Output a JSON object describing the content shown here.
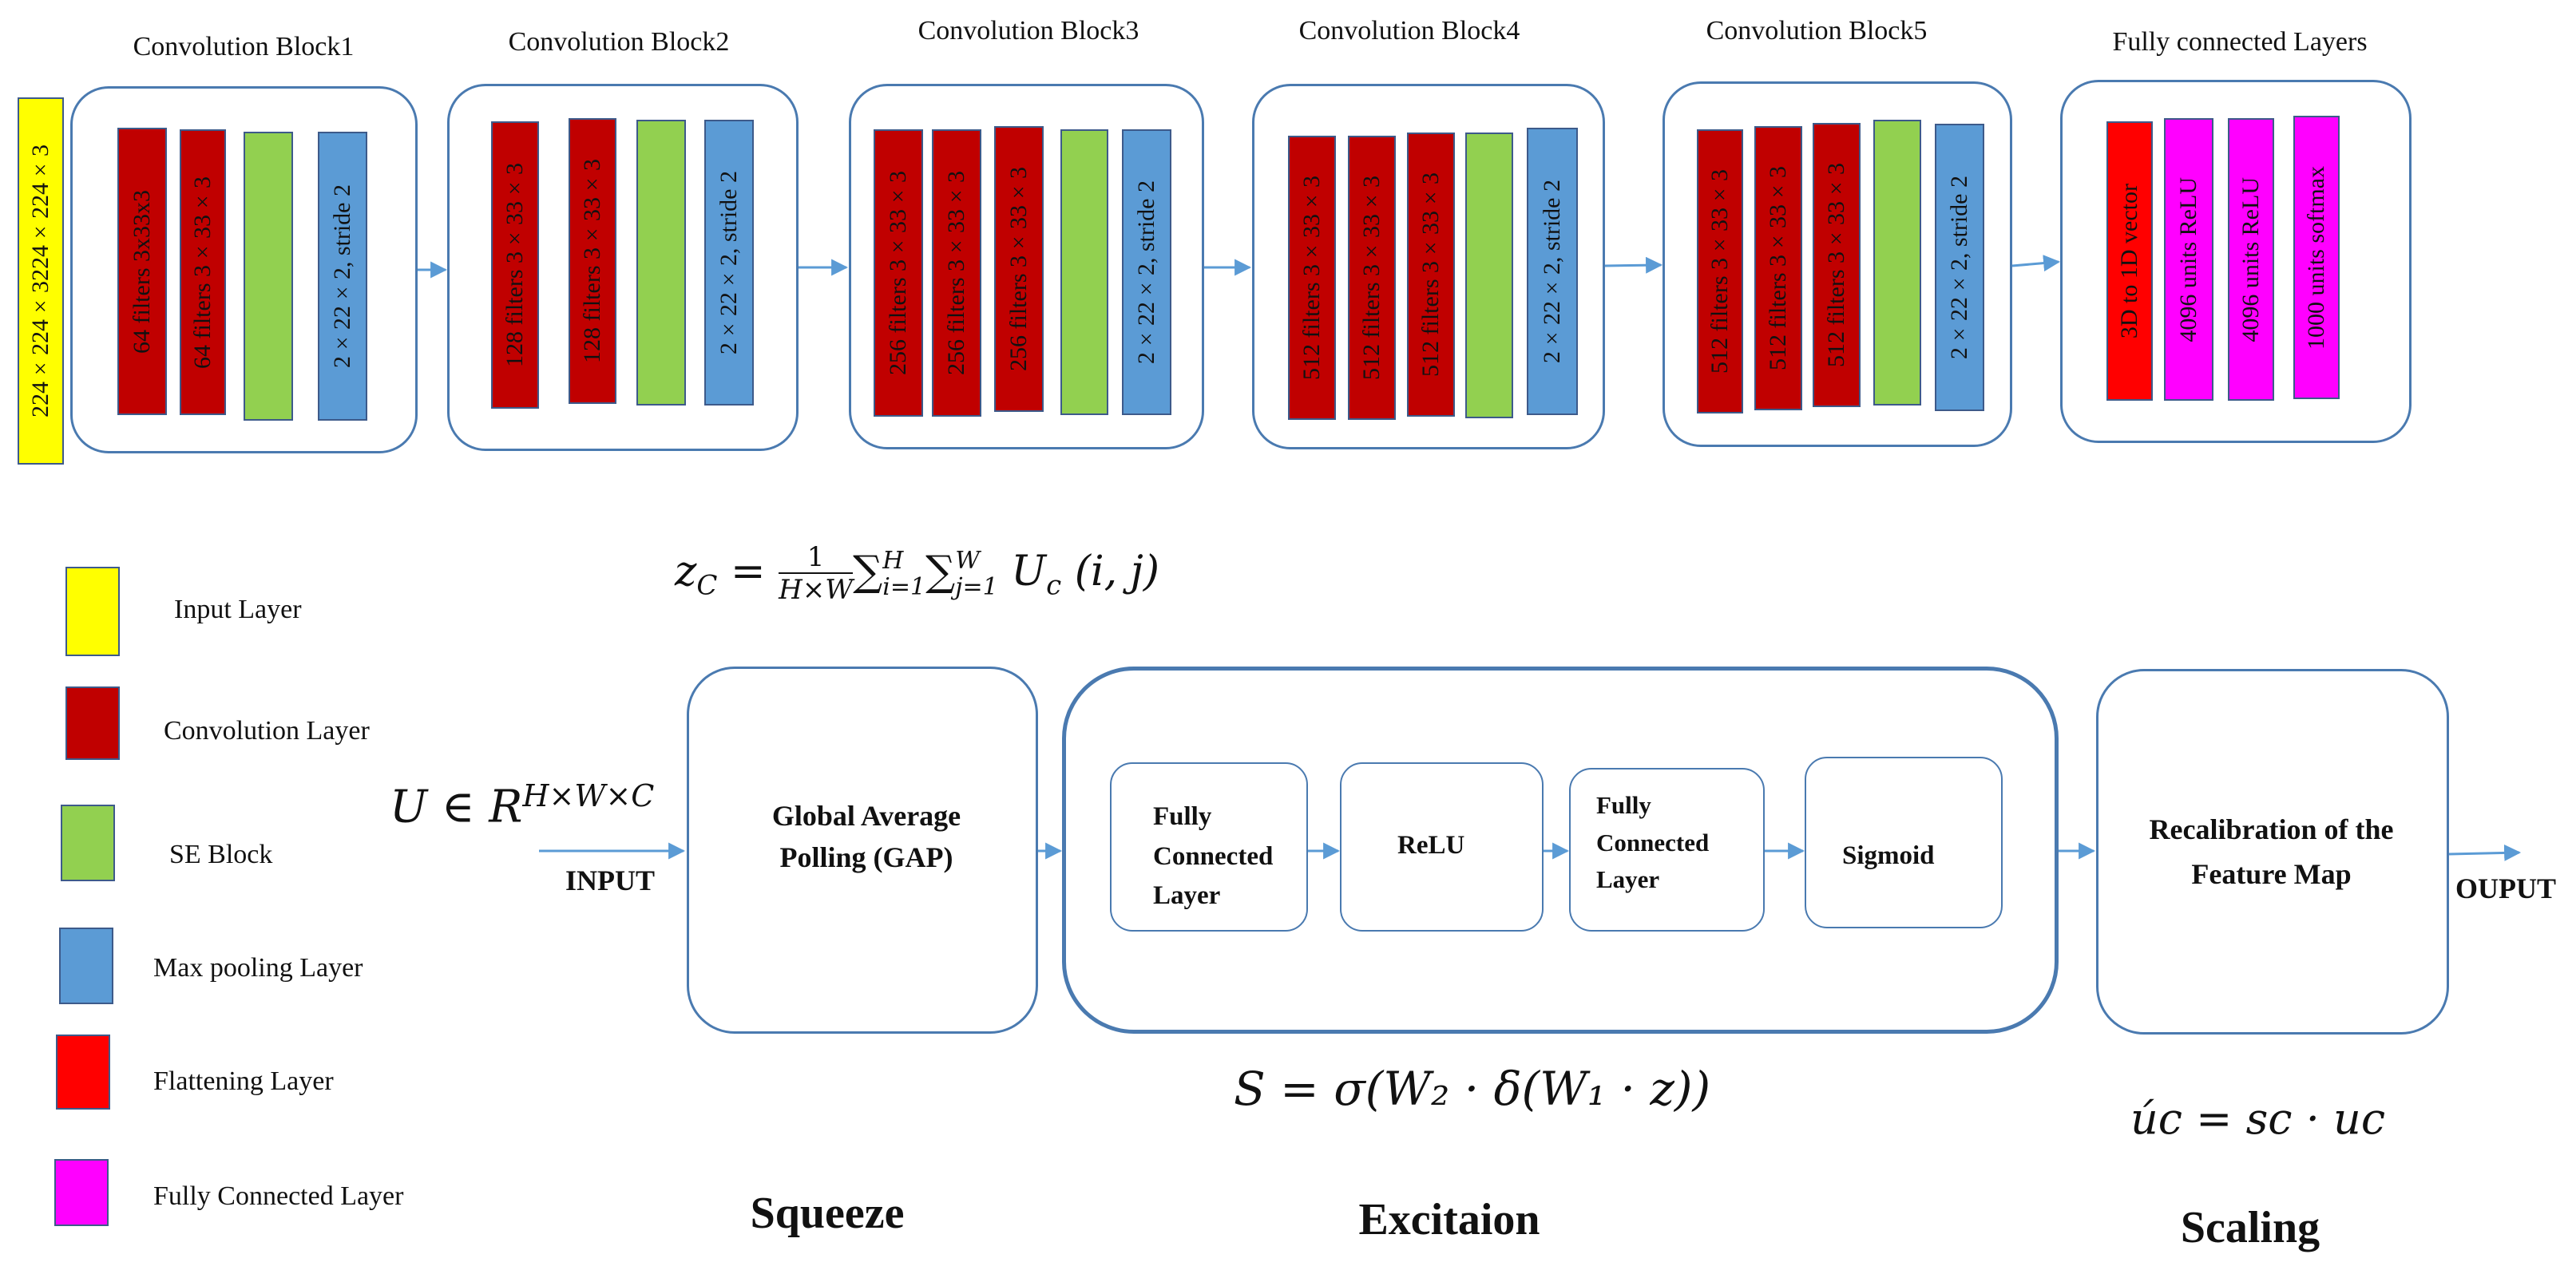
{
  "input_layer": {
    "label": "224×224×3224×224×3"
  },
  "blocks": [
    {
      "title": "Convolution Block1",
      "layers": [
        {
          "kind": "conv",
          "label": "64 filters  3x33x3"
        },
        {
          "kind": "conv",
          "label": "64 filters  3×33×3"
        },
        {
          "kind": "se",
          "label": ""
        },
        {
          "kind": "pool",
          "label": "2×22×2,  stride 2"
        }
      ]
    },
    {
      "title": "Convolution Block2",
      "layers": [
        {
          "kind": "conv",
          "label": "128 filters  3×33×3"
        },
        {
          "kind": "conv",
          "label": "128 filters  3×33×3"
        },
        {
          "kind": "se",
          "label": ""
        },
        {
          "kind": "pool",
          "label": "2×22×2,  stride 2"
        }
      ]
    },
    {
      "title": "Convolution Block3",
      "layers": [
        {
          "kind": "conv",
          "label": "256 filters  3×33×3"
        },
        {
          "kind": "conv",
          "label": "256 filters  3×33×3"
        },
        {
          "kind": "conv",
          "label": "256 filters  3×33×3"
        },
        {
          "kind": "se",
          "label": ""
        },
        {
          "kind": "pool",
          "label": "2×22×2,  stride 2"
        }
      ]
    },
    {
      "title": "Convolution Block4",
      "layers": [
        {
          "kind": "conv",
          "label": "512 filters  3×33×3"
        },
        {
          "kind": "conv",
          "label": "512 filters  3×33×3"
        },
        {
          "kind": "conv",
          "label": "512 filters  3×33×3"
        },
        {
          "kind": "se",
          "label": ""
        },
        {
          "kind": "pool",
          "label": "2×22×2,  stride 2"
        }
      ]
    },
    {
      "title": "Convolution Block5",
      "layers": [
        {
          "kind": "conv",
          "label": "512  filters 3×33×3"
        },
        {
          "kind": "conv",
          "label": "512  filters 3×33×3"
        },
        {
          "kind": "conv",
          "label": "512  filters 3×33×3"
        },
        {
          "kind": "se",
          "label": ""
        },
        {
          "kind": "pool",
          "label": "2×22×2,  stride 2"
        }
      ]
    },
    {
      "title": "Fully connected Layers",
      "layers": [
        {
          "kind": "flat",
          "label": "3D  to  1D vector"
        },
        {
          "kind": "fcl",
          "label": "4096 units  ReLU"
        },
        {
          "kind": "fcl",
          "label": "4096 units  ReLU"
        },
        {
          "kind": "fcl",
          "label": "1000 units softmax"
        }
      ]
    }
  ],
  "legend": [
    {
      "label": "Input Layer",
      "color": "#ffff00"
    },
    {
      "label": "Convolution Layer",
      "color": "#c00000"
    },
    {
      "label": "SE Block",
      "color": "#92d050"
    },
    {
      "label": "Max pooling Layer",
      "color": "#5b9bd5"
    },
    {
      "label": "Flattening Layer",
      "color": "#ff0000"
    },
    {
      "label": "Fully Connected Layer",
      "color": "#ff00ff"
    }
  ],
  "se_diagram": {
    "input_formula": {
      "base": "U ∈  R",
      "sup": "H×W×C"
    },
    "input_label": "INPUT",
    "output_label": "OUPUT",
    "squeeze": {
      "box_label": "Global Average Polling (GAP)",
      "formula": {
        "lhs": "z",
        "lhs_sub": "C",
        "eq": " = ",
        "num": "1",
        "den": "H×W",
        "sum1_sup": "H",
        "sum1_sub": "i=1",
        "sum2_sup": "W",
        "sum2_sub": "j=1",
        "term": "U",
        "term_sub": "c",
        "args": "  (i, j)"
      },
      "caption": "Squeeze"
    },
    "excitation": {
      "steps": [
        "Fully Connected Layer",
        "ReLU",
        "Fully Connected Layer",
        "Sigmoid"
      ],
      "formula": "S = σ(W₂  · δ(W₁  · z))",
      "caption": "Excitaion"
    },
    "scaling": {
      "box_label": "Recalibration of the Feature Map",
      "formula": "úc  = sc · uc",
      "caption": "Scaling"
    }
  },
  "colors": {
    "border": "#4a7ab0",
    "arrow": "#5b9bd5",
    "conv": "#c00000",
    "se": "#92d050",
    "pool": "#5b9bd5",
    "flat": "#ff0000",
    "fcl": "#ff00ff",
    "input": "#ffff00"
  }
}
